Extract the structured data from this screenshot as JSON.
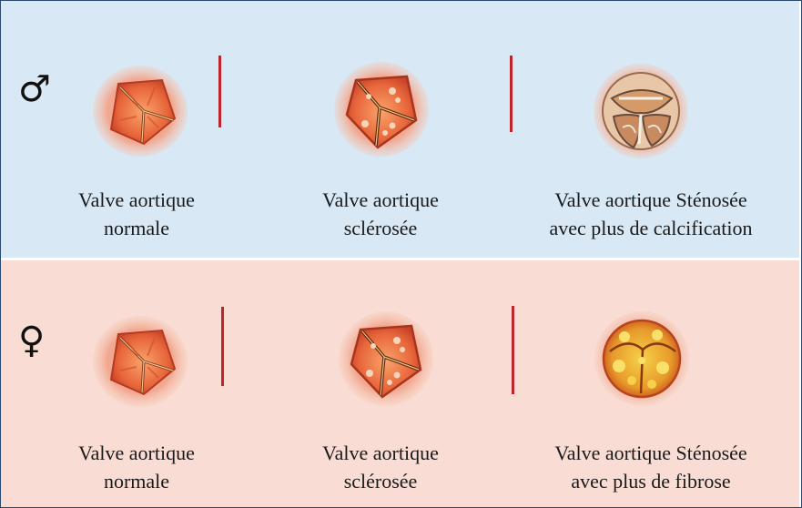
{
  "colors": {
    "male_bg": "#d8e8f4",
    "female_bg": "#f9ddd4",
    "separator": "#c0242b",
    "border": "#2b4a6f"
  },
  "rows": [
    {
      "sex_symbol": "♂",
      "sex_symbol_name": "male-symbol-icon",
      "items": [
        {
          "line1": "Valve aortique",
          "line2": "normale",
          "image": "normal-aortic-valve"
        },
        {
          "line1": "Valve aortique",
          "line2": "sclérosée",
          "image": "sclerotic-aortic-valve"
        },
        {
          "line1": "Valve aortique Sténosée",
          "line2": "avec plus de calcification",
          "image": "calcified-stenotic-aortic-valve"
        }
      ]
    },
    {
      "sex_symbol": "♀",
      "sex_symbol_name": "female-symbol-icon",
      "items": [
        {
          "line1": "Valve aortique",
          "line2": "normale",
          "image": "normal-aortic-valve"
        },
        {
          "line1": "Valve aortique",
          "line2": "sclérosée",
          "image": "sclerotic-aortic-valve"
        },
        {
          "line1": "Valve aortique Sténosée",
          "line2": "avec plus de fibrose",
          "image": "fibrotic-stenotic-aortic-valve"
        }
      ]
    }
  ]
}
